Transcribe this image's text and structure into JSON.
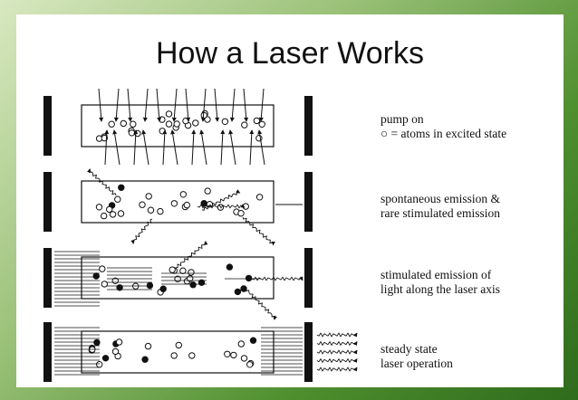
{
  "title": "How a Laser Works",
  "stages": [
    {
      "line1": "pump on",
      "line2": "○ = atoms in excited state"
    },
    {
      "line1": "spontaneous emission &",
      "line2": "rare stimulated emission"
    },
    {
      "line1": "stimulated emission of",
      "line2": "light along the laser axis"
    },
    {
      "line1": "steady state",
      "line2": "laser operation"
    }
  ]
}
